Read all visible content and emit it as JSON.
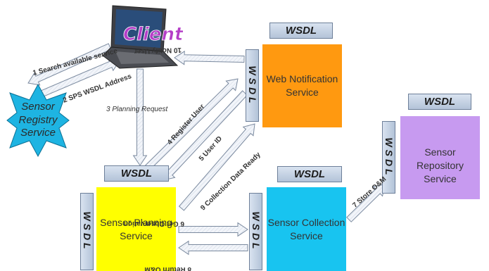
{
  "client": {
    "label": "Client"
  },
  "services": {
    "registry": "Sensor\nRegistry\nService",
    "web_notification": "Web Notification\nService",
    "planning": "Sensor Planning\nService",
    "collection": "Sensor Collection\nService",
    "repository": "Sensor Repository\nService"
  },
  "wsdl": {
    "web_notification_top": "WSDL",
    "web_notification_side": "WSDL",
    "planning_top": "WSDL",
    "planning_side": "WSDL",
    "collection_top": "WSDL",
    "collection_side": "WSDL",
    "repository_top": "WSDL",
    "repository_side": "WSDL"
  },
  "steps": {
    "s1": "1 Search available service",
    "s2": "2 SPS WSDL Address",
    "s3": "3 Planning Request",
    "s4": "4 Register User",
    "s5": "5 User ID",
    "s6": "6 Get Observation",
    "s7": "7 Store O&M",
    "s8": "8 Return O&M",
    "s9": "9 Collection Data Ready",
    "s10": "10 Notify User"
  },
  "colors": {
    "registry": "#1eb4e2",
    "web_notification": "#ff9910",
    "planning": "#ffff00",
    "collection": "#18c4f0",
    "repository": "#c79af0",
    "arrow_stroke": "#7b8a9f",
    "arrow_fill": "#eef2f8"
  }
}
